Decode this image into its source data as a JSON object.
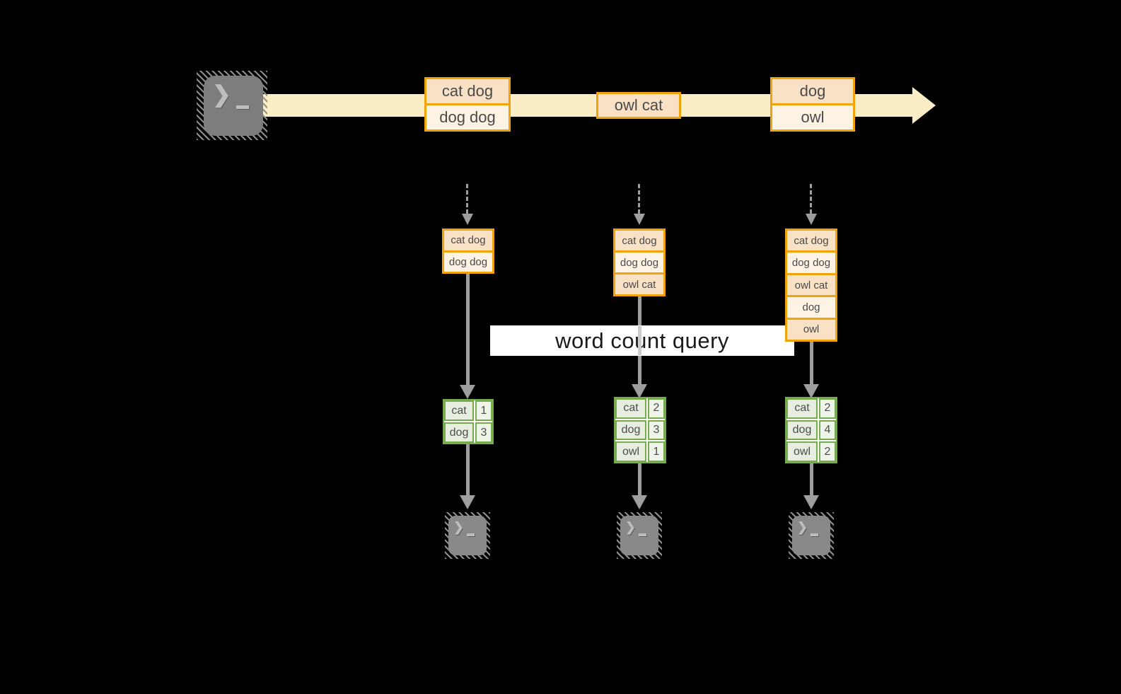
{
  "query_label": "word count query",
  "icons": {
    "terminal_chevron": "❯"
  },
  "palette": {
    "background": "#000000",
    "stream_fill": "#fbeec6",
    "orange_border": "#f0a30a",
    "peach_dark": "#f8e1c4",
    "peach_light": "#fdf3e4",
    "green_border": "#76ab4e",
    "green_fill": "#e7eedf",
    "arrow_gray": "#9e9e9e",
    "terminal_gray": "#7d7d7d"
  },
  "stream_events": [
    {
      "lines": [
        "cat dog",
        "dog dog"
      ]
    },
    {
      "lines": [
        "owl cat"
      ]
    },
    {
      "lines": [
        "dog",
        "owl"
      ]
    }
  ],
  "columns": [
    {
      "buffer": [
        "cat dog",
        "dog dog"
      ],
      "counts": [
        {
          "word": "cat",
          "count": "1"
        },
        {
          "word": "dog",
          "count": "3"
        }
      ]
    },
    {
      "buffer": [
        "cat dog",
        "dog dog",
        "owl cat"
      ],
      "counts": [
        {
          "word": "cat",
          "count": "2"
        },
        {
          "word": "dog",
          "count": "3"
        },
        {
          "word": "owl",
          "count": "1"
        }
      ]
    },
    {
      "buffer": [
        "cat dog",
        "dog dog",
        "owl cat",
        "dog",
        "owl"
      ],
      "counts": [
        {
          "word": "cat",
          "count": "2"
        },
        {
          "word": "dog",
          "count": "4"
        },
        {
          "word": "owl",
          "count": "2"
        }
      ]
    }
  ]
}
